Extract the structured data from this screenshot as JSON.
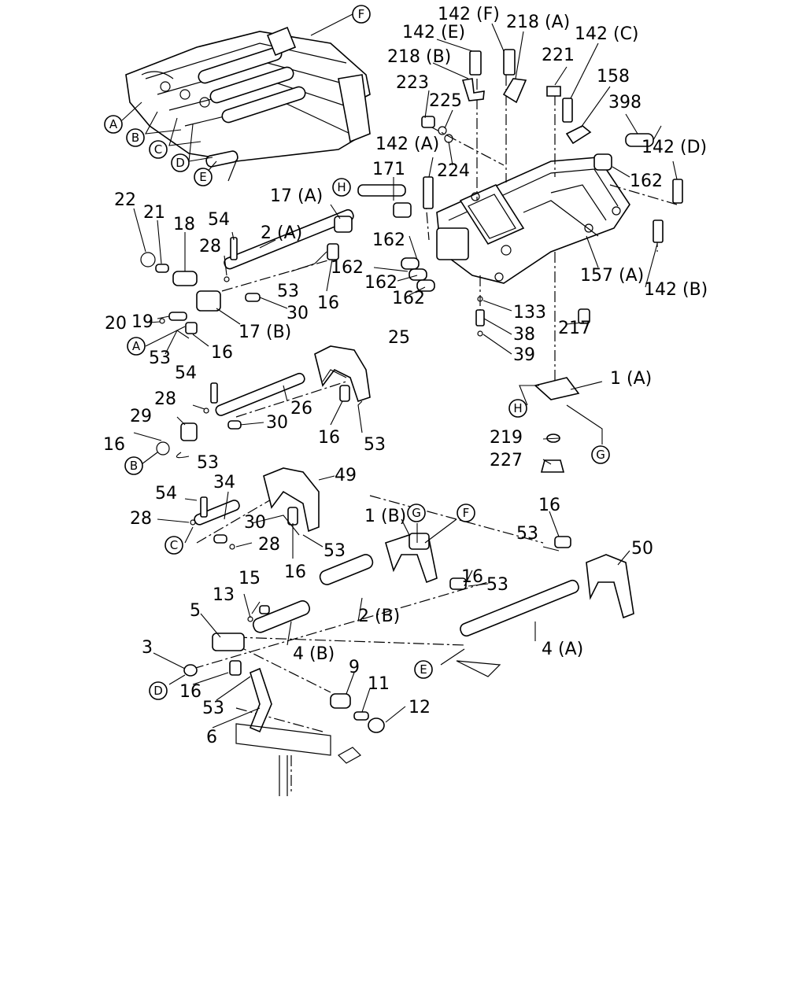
{
  "labels": {
    "l142F": "142 (F)",
    "l218A": "218 (A)",
    "l142E": "142 (E)",
    "l142C": "142 (C)",
    "l218B": "218 (B)",
    "l221": "221",
    "l158": "158",
    "l223": "223",
    "l225": "225",
    "l398": "398",
    "l142A": "142 (A)",
    "l224": "224",
    "l142D": "142 (D)",
    "l171": "171",
    "l162a": "162",
    "l162b": "162",
    "l162c": "162",
    "l162d": "162",
    "l162e": "162",
    "l157A": "157 (A)",
    "l142B": "142 (B)",
    "l217": "217",
    "l133": "133",
    "l38": "38",
    "l39": "39",
    "l1A": "1 (A)",
    "l219": "219",
    "l227": "227",
    "l22": "22",
    "l21": "21",
    "l18": "18",
    "l54a": "54",
    "l28a": "28",
    "l2A": "2 (A)",
    "l17A": "17 (A)",
    "l53a": "53",
    "l16a": "16",
    "l30a": "30",
    "l19": "19",
    "l17B": "17 (B)",
    "l20": "20",
    "l53b": "53",
    "l16b": "16",
    "l54b": "54",
    "l28b": "28",
    "l25": "25",
    "l26": "26",
    "l29": "29",
    "l30b": "30",
    "l16c": "16",
    "l53c": "53",
    "l16d": "16",
    "l53d": "53",
    "l54c": "54",
    "l34": "34",
    "l49": "49",
    "l28c": "28",
    "l30c": "30",
    "l28d": "28",
    "l53e": "53",
    "l16e": "16",
    "l1B": "1 (B)",
    "l16f": "16",
    "l53f": "53",
    "l16g": "16",
    "l53g": "53",
    "l50": "50",
    "l15": "15",
    "l13": "13",
    "l5": "5",
    "l2B": "2 (B)",
    "l3": "3",
    "l4B": "4 (B)",
    "l4A": "4 (A)",
    "l9": "9",
    "l11": "11",
    "l12": "12",
    "l16h": "16",
    "l53h": "53",
    "l6": "6"
  },
  "callouts": {
    "cA1": "A",
    "cB1": "B",
    "cC1": "C",
    "cD1": "D",
    "cE1": "E",
    "cF1": "F",
    "cH1": "H",
    "cA2": "A",
    "cB2": "B",
    "cC2": "C",
    "cD2": "D",
    "cE2": "E",
    "cG1": "G",
    "cF2": "F",
    "cH2": "H",
    "cG2": "G"
  }
}
